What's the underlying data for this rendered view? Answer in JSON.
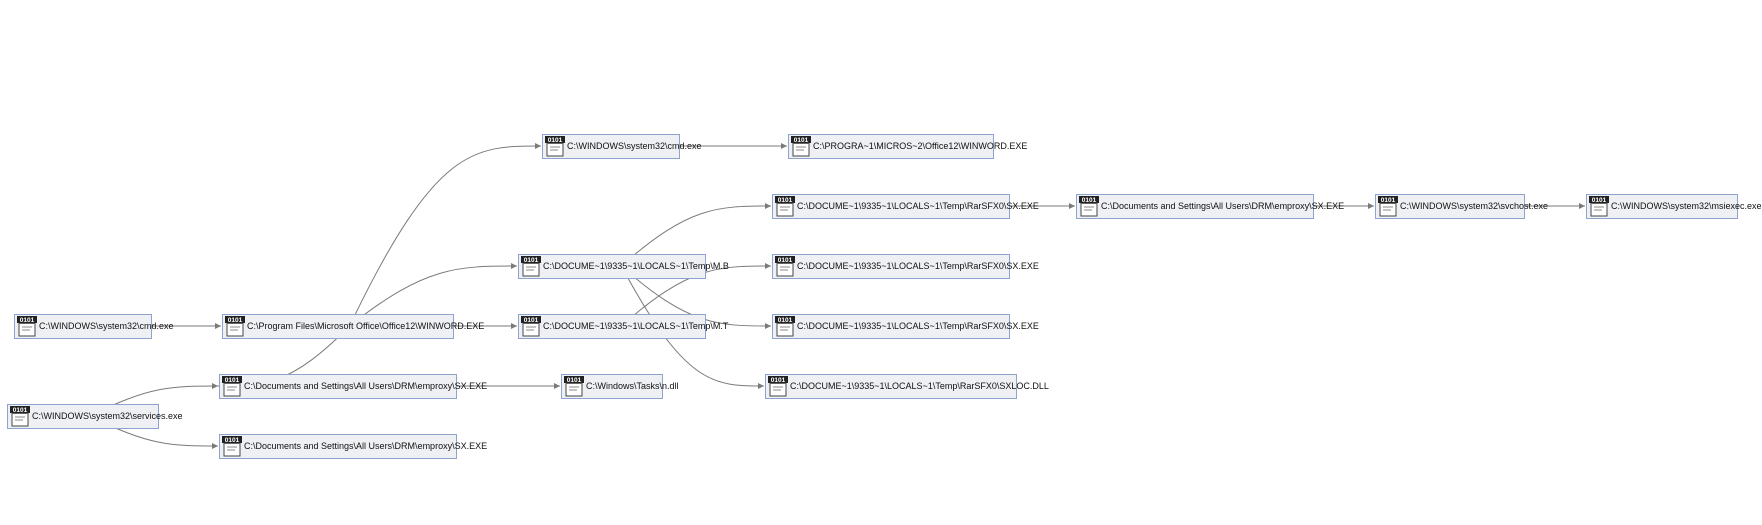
{
  "nodes": [
    {
      "id": "n0",
      "label": "C:\\WINDOWS\\system32\\cmd.exe"
    },
    {
      "id": "n1",
      "label": "C:\\Program Files\\Microsoft Office\\Office12\\WINWORD.EXE"
    },
    {
      "id": "n2",
      "label": "C:\\WINDOWS\\system32\\cmd.exe"
    },
    {
      "id": "n3",
      "label": "C:\\PROGRA~1\\MICROS~2\\Office12\\WINWORD.EXE"
    },
    {
      "id": "n4",
      "label": "C:\\DOCUME~1\\9335~1\\LOCALS~1\\Temp\\M.B"
    },
    {
      "id": "n5",
      "label": "C:\\DOCUME~1\\9335~1\\LOCALS~1\\Temp\\M.T"
    },
    {
      "id": "n6",
      "label": "C:\\Documents and Settings\\All Users\\DRM\\emproxy\\SX.EXE"
    },
    {
      "id": "n7",
      "label": "C:\\Windows\\Tasks\\n.dll"
    },
    {
      "id": "n8",
      "label": "C:\\DOCUME~1\\9335~1\\LOCALS~1\\Temp\\RarSFX0\\SX.EXE"
    },
    {
      "id": "n9",
      "label": "C:\\DOCUME~1\\9335~1\\LOCALS~1\\Temp\\RarSFX0\\SX.EXE"
    },
    {
      "id": "n10",
      "label": "C:\\DOCUME~1\\9335~1\\LOCALS~1\\Temp\\RarSFX0\\SX.EXE"
    },
    {
      "id": "n11",
      "label": "C:\\DOCUME~1\\9335~1\\LOCALS~1\\Temp\\RarSFX0\\SXLOC.DLL"
    },
    {
      "id": "n12",
      "label": "C:\\Documents and Settings\\All Users\\DRM\\emproxy\\SX.EXE"
    },
    {
      "id": "n13",
      "label": "C:\\WINDOWS\\system32\\svchost.exe"
    },
    {
      "id": "n14",
      "label": "C:\\WINDOWS\\system32\\msiexec.exe"
    },
    {
      "id": "n15",
      "label": "C:\\WINDOWS\\system32\\services.exe"
    },
    {
      "id": "n16",
      "label": "C:\\Documents and Settings\\All Users\\DRM\\emproxy\\SX.EXE"
    }
  ],
  "edges": [
    [
      "n0",
      "n1"
    ],
    [
      "n1",
      "n2"
    ],
    [
      "n1",
      "n4"
    ],
    [
      "n1",
      "n5"
    ],
    [
      "n1",
      "n6"
    ],
    [
      "n2",
      "n3"
    ],
    [
      "n4",
      "n8"
    ],
    [
      "n4",
      "n10"
    ],
    [
      "n4",
      "n11"
    ],
    [
      "n5",
      "n9"
    ],
    [
      "n6",
      "n7"
    ],
    [
      "n8",
      "n12"
    ],
    [
      "n12",
      "n13"
    ],
    [
      "n13",
      "n14"
    ],
    [
      "n15",
      "n6"
    ],
    [
      "n15",
      "n16"
    ]
  ],
  "icon": {
    "name": "executable-binary-icon",
    "text": "0101"
  },
  "colors": {
    "node_fill": "#eef0f3",
    "node_border": "#8fa3cf",
    "edge": "#7a7a7a"
  }
}
